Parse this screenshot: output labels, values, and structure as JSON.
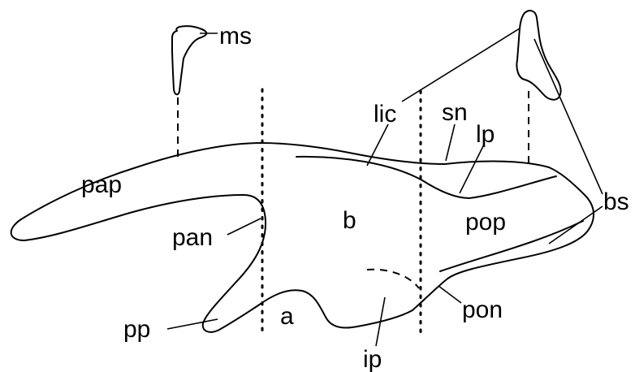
{
  "labels": {
    "ms": "ms",
    "lic": "lic",
    "sn": "sn",
    "lp": "lp",
    "bs": "bs",
    "pap": "pap",
    "pan": "pan",
    "b": "b",
    "pop": "pop",
    "pp": "pp",
    "a": "a",
    "pon": "pon",
    "ip": "ip"
  }
}
